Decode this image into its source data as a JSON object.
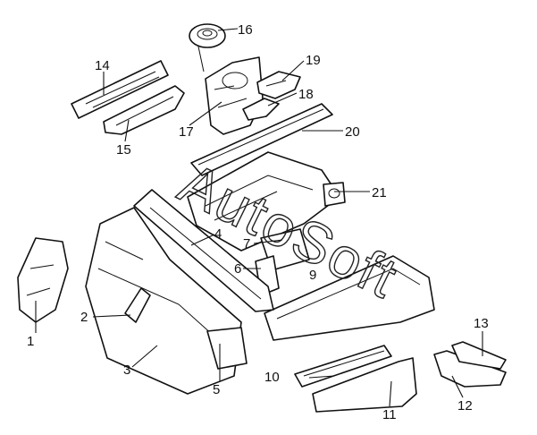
{
  "watermark": "AutoSoft",
  "callouts": {
    "c1": "1",
    "c2": "2",
    "c3": "3",
    "c4": "4",
    "c5": "5",
    "c6": "6",
    "c7": "7",
    "c9": "9",
    "c10": "10",
    "c11": "11",
    "c12": "12",
    "c13": "13",
    "c14": "14",
    "c15": "15",
    "c16": "16",
    "c17": "17",
    "c18": "18",
    "c19": "19",
    "c20": "20",
    "c21": "21"
  }
}
